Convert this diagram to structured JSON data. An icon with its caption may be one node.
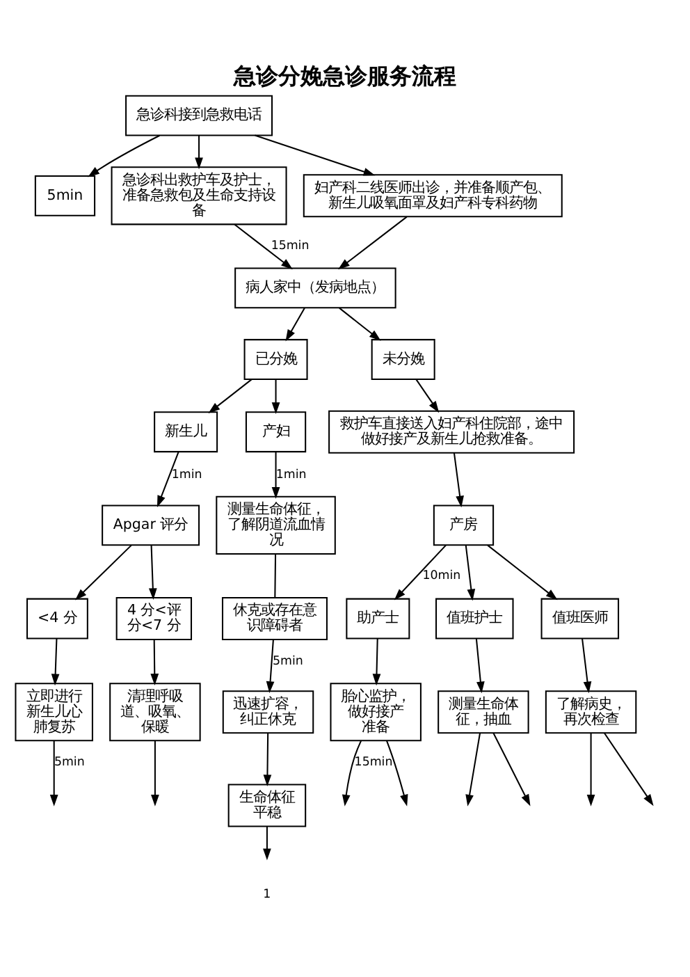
{
  "diagram": {
    "title": "急诊分娩急诊服务流程",
    "nodes": [
      {
        "text": [
          "急诊科接到急救电话"
        ]
      },
      {
        "text": [
          "5min"
        ]
      },
      {
        "text": [
          "急诊科出救护车及护士，准备急救包及生命支持设备"
        ]
      },
      {
        "text": [
          "妇产科二线医师出诊，并准备顺产包、新生儿吸氧面罩及妇产科专科药物"
        ]
      },
      {
        "text": [
          "病人家中（发病地点）"
        ]
      },
      {
        "text": [
          "已分娩"
        ]
      },
      {
        "text": [
          "未分娩"
        ]
      },
      {
        "text": [
          "新生儿"
        ]
      },
      {
        "text": [
          "产妇"
        ]
      },
      {
        "text": [
          "Apgar 评分"
        ]
      },
      {
        "text": [
          "测量生命体征，了解阴道流血情况"
        ]
      },
      {
        "text": [
          "<4 分"
        ]
      },
      {
        "text": [
          "4 分<评分<7 分"
        ]
      },
      {
        "text": [
          "立即进行新生儿心肺复苏"
        ]
      },
      {
        "text": [
          "清理呼吸道、吸氧、保暖"
        ]
      },
      {
        "text": [
          "休克或存在意识障碍者"
        ]
      },
      {
        "text": [
          "迅速扩容，纠正休克"
        ]
      },
      {
        "text": [
          "生命体征平稳"
        ]
      },
      {
        "text": [
          "救护车直接送入妇产科住院部，途中做好接产及新生儿抢救准备。"
        ]
      },
      {
        "text": [
          "产房"
        ]
      },
      {
        "text": [
          "助产士"
        ]
      },
      {
        "text": [
          "值班护士"
        ]
      },
      {
        "text": [
          "值班医师"
        ]
      },
      {
        "text": [
          "胎心监护，做好接产准备"
        ]
      },
      {
        "text": [
          "测量生命体征，抽血"
        ]
      },
      {
        "text": [
          "了解病史，再次检查"
        ]
      }
    ],
    "edges": [
      {
        "from": 0,
        "to": 1,
        "arrow": "to"
      },
      {
        "from": 0,
        "to": 2,
        "arrow": "to"
      },
      {
        "from": 0,
        "to": 3,
        "arrow": "to"
      },
      {
        "from": 2,
        "to": 4,
        "arrow": "to",
        "label": "15min"
      },
      {
        "from": 3,
        "to": 4,
        "arrow": "to"
      },
      {
        "from": 4,
        "to": 5,
        "arrow": "to"
      },
      {
        "from": 4,
        "to": 6,
        "arrow": "to"
      },
      {
        "from": 5,
        "to": 7,
        "arrow": "to"
      },
      {
        "from": 5,
        "to": 8,
        "arrow": "to"
      },
      {
        "from": 7,
        "to": 9,
        "arrow": "to",
        "label": "1min"
      },
      {
        "from": 8,
        "to": 10,
        "arrow": "to",
        "label": "1min"
      },
      {
        "from": 9,
        "to": 11,
        "arrow": "to"
      },
      {
        "from": 9,
        "to": 12,
        "arrow": "to"
      },
      {
        "from": 11,
        "to": 13,
        "arrow": "to"
      },
      {
        "from": 12,
        "to": 14,
        "arrow": "to"
      },
      {
        "from": 13,
        "to": null,
        "arrow": "to",
        "label": "5min"
      },
      {
        "from": 14,
        "to": null,
        "arrow": "to"
      },
      {
        "from": 10,
        "to": 15,
        "arrow": "none"
      },
      {
        "from": 15,
        "to": 16,
        "arrow": "to",
        "label": "5min"
      },
      {
        "from": 16,
        "to": 17,
        "arrow": "to"
      },
      {
        "from": 17,
        "to": null,
        "arrow": "to"
      },
      {
        "from": 6,
        "to": 18,
        "arrow": "to"
      },
      {
        "from": 18,
        "to": 19,
        "arrow": "to"
      },
      {
        "from": 19,
        "to": 20,
        "arrow": "to",
        "label": "10min"
      },
      {
        "from": 19,
        "to": 21,
        "arrow": "to"
      },
      {
        "from": 19,
        "to": 22,
        "arrow": "to"
      },
      {
        "from": 20,
        "to": 23,
        "arrow": "to"
      },
      {
        "from": 21,
        "to": 24,
        "arrow": "to"
      },
      {
        "from": 22,
        "to": 25,
        "arrow": "to"
      },
      {
        "from": 23,
        "to": null,
        "arrow": "to",
        "label": "15min"
      },
      {
        "from": 24,
        "to": null,
        "arrow": "to"
      },
      {
        "from": 25,
        "to": null,
        "arrow": "to"
      },
      {
        "from": 23,
        "to": null,
        "arrow": "to"
      },
      {
        "from": 24,
        "to": null,
        "arrow": "to"
      },
      {
        "from": 25,
        "to": null,
        "arrow": "to"
      }
    ],
    "labels": [
      "1"
    ]
  }
}
